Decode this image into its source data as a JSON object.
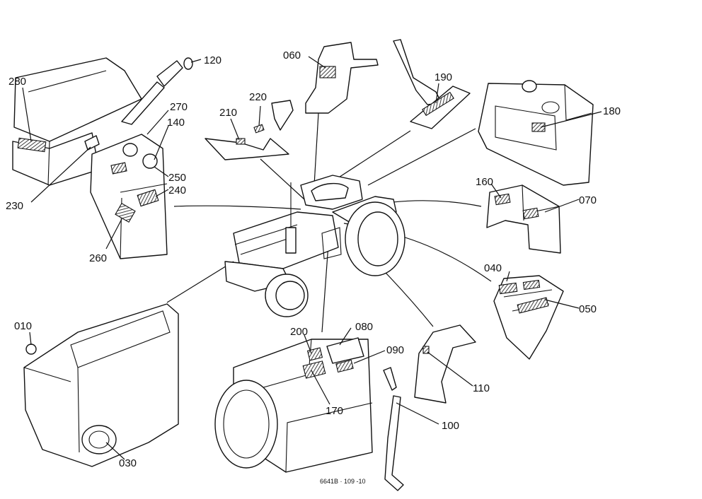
{
  "drawing_code": "6641B · 109 -10",
  "callouts": {
    "p010": "010",
    "p030": "030",
    "p040": "040",
    "p050": "050",
    "p060": "060",
    "p070": "070",
    "p080": "080",
    "p090": "090",
    "p100": "100",
    "p110": "110",
    "p120": "120",
    "p140": "140",
    "p160": "160",
    "p170": "170",
    "p180": "180",
    "p190": "190",
    "p200": "200",
    "p210": "210",
    "p220": "220",
    "p230": "230",
    "p240": "240",
    "p250": "250",
    "p260": "260",
    "p270": "270",
    "p280": "280"
  }
}
